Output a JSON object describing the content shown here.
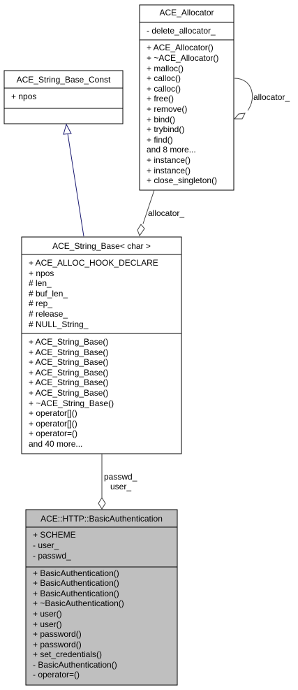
{
  "colors": {
    "box_fill": "#ffffff",
    "highlight_fill": "#bfbfbf",
    "border": "#000000",
    "inherit_edge": "#191970",
    "usage_edge": "#404040"
  },
  "allocator": {
    "title": "ACE_Allocator",
    "attributes": [
      "- delete_allocator_"
    ],
    "methods": [
      "+ ACE_Allocator()",
      "+ ~ACE_Allocator()",
      "+ malloc()",
      "+ calloc()",
      "+ calloc()",
      "+ free()",
      "+ remove()",
      "+ bind()",
      "+ trybind()",
      "+ find()",
      "and 8 more...",
      "+ instance()",
      "+ instance()",
      "+ close_singleton()"
    ]
  },
  "string_base_const": {
    "title": "ACE_String_Base_Const",
    "attributes": [
      "+ npos"
    ],
    "methods": []
  },
  "string_base": {
    "title": "ACE_String_Base< char >",
    "attributes": [
      "+ ACE_ALLOC_HOOK_DECLARE",
      "+ npos",
      "# len_",
      "# buf_len_",
      "# rep_",
      "# release_",
      "# NULL_String_"
    ],
    "methods": [
      "+ ACE_String_Base()",
      "+ ACE_String_Base()",
      "+ ACE_String_Base()",
      "+ ACE_String_Base()",
      "+ ACE_String_Base()",
      "+ ACE_String_Base()",
      "+ ~ACE_String_Base()",
      "+ operator[]()",
      "+ operator[]()",
      "+ operator=()",
      "and 40 more..."
    ]
  },
  "basic_auth": {
    "title": "ACE::HTTP::BasicAuthentication",
    "attributes": [
      "+ SCHEME",
      "- user_",
      "- passwd_"
    ],
    "methods": [
      "+ BasicAuthentication()",
      "+ BasicAuthentication()",
      "+ BasicAuthentication()",
      "+ ~BasicAuthentication()",
      "+ user()",
      "+ user()",
      "+ password()",
      "+ password()",
      "+ set_credentials()",
      "- BasicAuthentication()",
      "- operator=()"
    ]
  },
  "edges": {
    "self_allocator_label": "allocator_",
    "allocator_to_string_base_label": "allocator_",
    "string_base_to_basic_auth_labels": [
      "passwd_",
      "user_"
    ]
  }
}
